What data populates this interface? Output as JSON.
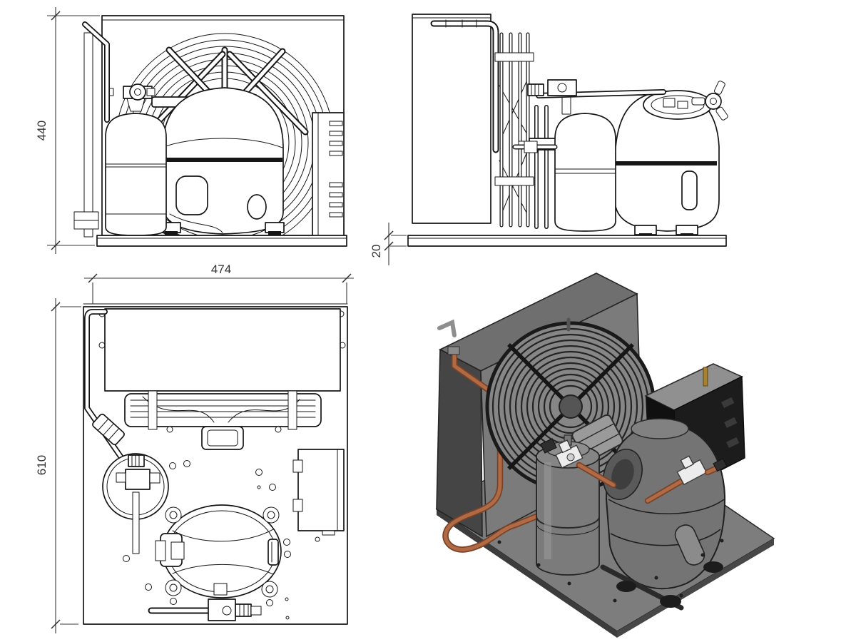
{
  "dimensions": {
    "front_height": "440",
    "top_width": "474",
    "top_depth": "610",
    "base_thickness": "20"
  },
  "colors": {
    "paper": "#ffffff",
    "drawing_line": "#161616",
    "dimension_text": "#333333",
    "iso_box_top": "#6f6f6f",
    "iso_box_side": "#454545",
    "iso_box_face": "#7b7b7b",
    "iso_fan_face": "#868686",
    "iso_fan_ring": "#242424",
    "iso_base_plate": "#7d7d7d",
    "iso_base_edge": "#3c3c3c",
    "iso_vessel_gray": "#7b7b7b",
    "iso_compressor_gray": "#747474",
    "iso_ebox_dark": "#1c1c1c",
    "iso_ebox_lid": "#909090",
    "copper_pipe": "#b06a45",
    "copper_pipe_dark": "#7a4226",
    "valve_white": "#ececec"
  }
}
